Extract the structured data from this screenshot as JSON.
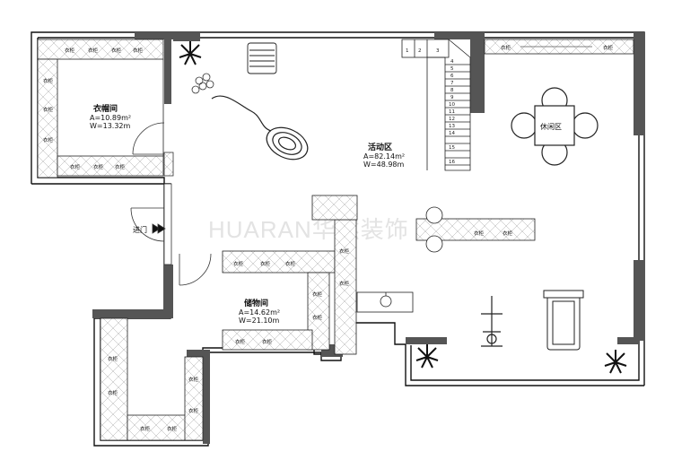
{
  "watermark": "HUARAN华然装饰",
  "rooms": {
    "closet": {
      "name": "衣帽间",
      "area": "A=10.89m²",
      "perimeter": "W=13.32m"
    },
    "activity": {
      "name": "活动区",
      "area": "A=82.14m²",
      "perimeter": "W=48.98m"
    },
    "storage": {
      "name": "储物间",
      "area": "A=14.62m²",
      "perimeter": "W=21.10m"
    },
    "leisure": {
      "name": "休闲区"
    }
  },
  "door_label": "进门",
  "stair_numbers": [
    "1",
    "2",
    "3",
    "4",
    "5",
    "6",
    "7",
    "8",
    "9",
    "10",
    "11",
    "12",
    "13",
    "14",
    "15",
    "16"
  ],
  "cabinet_label": "衣柜"
}
